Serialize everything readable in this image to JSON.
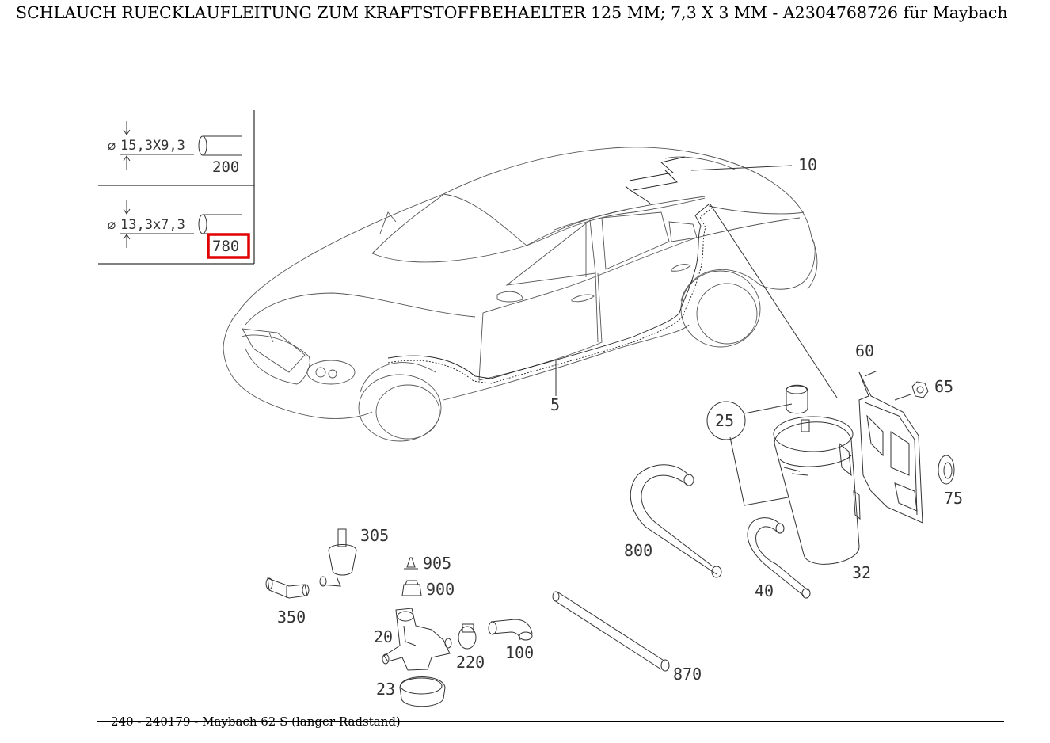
{
  "page": {
    "title": "SCHLAUCH RUECKLAUFLEITUNG ZUM KRAFTSTOFFBEHAELTER 125 MM; 7,3 X 3 MM - A2304768726 für Maybach",
    "footer": "240 - 240179 - Maybach 62 S (langer Radstand)",
    "highlight_color": "#e00000"
  },
  "legend": {
    "rows": [
      {
        "dimension": "15,3X9,3",
        "part": "200",
        "highlighted": false
      },
      {
        "dimension": "13,3x7,3",
        "part": "780",
        "highlighted": true
      }
    ]
  },
  "callouts": {
    "c10": "10",
    "c5": "5",
    "c60": "60",
    "c65": "65",
    "c25": "25",
    "c75": "75",
    "c32": "32",
    "c40": "40",
    "c800": "800",
    "c870": "870",
    "c305": "305",
    "c350": "350",
    "c905": "905",
    "c900": "900",
    "c20": "20",
    "c220": "220",
    "c100": "100",
    "c23": "23"
  }
}
